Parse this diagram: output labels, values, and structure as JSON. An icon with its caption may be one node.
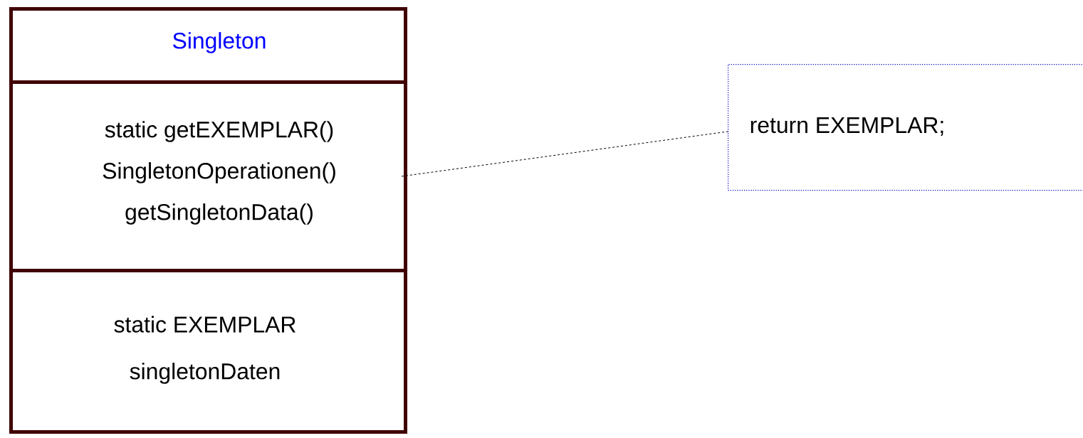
{
  "diagram": {
    "nodes": [
      {
        "text": [
          "Singleton"
        ]
      },
      {
        "text": [
          "static getEXEMPLAR()",
          "SingletonOperationen()",
          "getSingletonData()"
        ]
      },
      {
        "text": [
          "static EXEMPLAR",
          "singletonDaten"
        ]
      },
      {
        "text": [
          "return EXEMPLAR;"
        ]
      }
    ],
    "edges": [
      {
        "from": 1,
        "to": 3,
        "arrow": "none",
        "style": "dashed"
      }
    ]
  }
}
